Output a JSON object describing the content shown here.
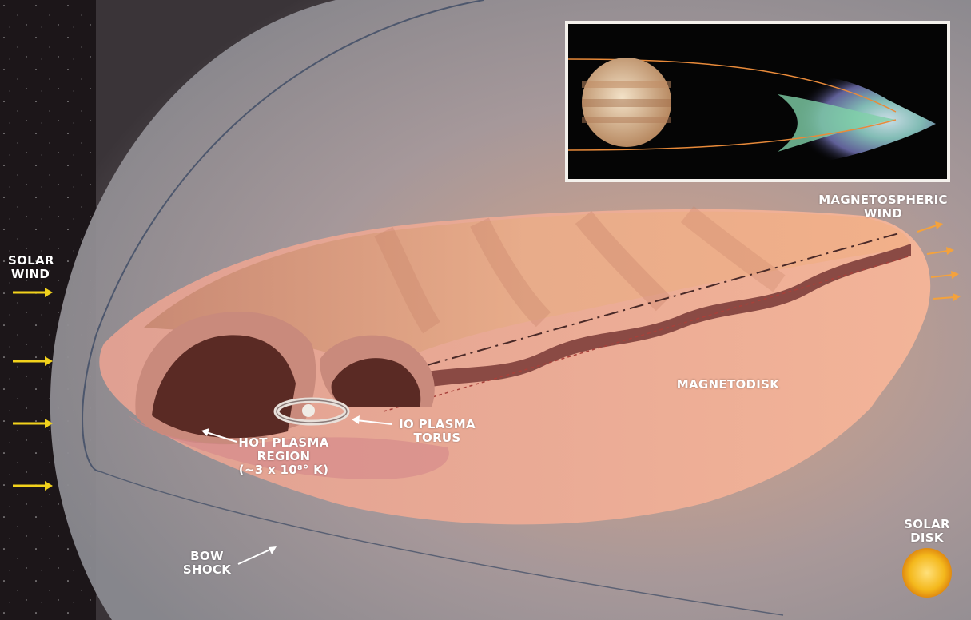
{
  "labels": {
    "solar_wind": [
      "SOLAR",
      "WIND"
    ],
    "magnetospheric_wind": [
      "MAGNETOSPHERIC",
      "WIND"
    ],
    "magnetodisk": "MAGNETODISK",
    "io_plasma_torus": [
      "IO PLASMA",
      "TORUS"
    ],
    "hot_plasma_region": [
      "HOT PLASMA",
      "REGION",
      "(~3 x 10⁸° K)"
    ],
    "bow_shock": [
      "BOW",
      "SHOCK"
    ],
    "solar_disk": [
      "SOLAR",
      "DISK"
    ]
  },
  "colors": {
    "space": "#1a1418",
    "magnetosphere_haze": "#8e8c90",
    "magnetodisk": "#e8a88c",
    "hot_plasma": "#5a2a24",
    "solar_wind_arrow": "#f2d21c",
    "magnetospheric_wind_arrow": "#f4a23c",
    "sun": "#f4b81c",
    "label_text": "#ffffff"
  },
  "icons": {
    "solar_wind_arrows": "arrow-right-icon",
    "magnetospheric_wind_arrows": "arrow-right-icon",
    "jupiter": "planet-icon",
    "sun": "sun-icon"
  }
}
